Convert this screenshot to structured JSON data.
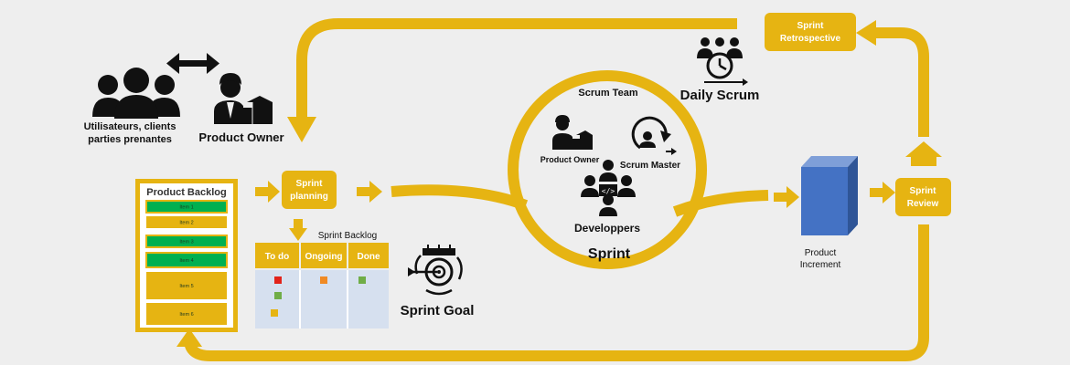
{
  "colors": {
    "background": "#eeeeee",
    "gold": "#e6b412",
    "green": "#00b050",
    "blue": "#4472c4",
    "board": "#d6e0ef",
    "ink": "#111111",
    "red": "#e2231a",
    "orange": "#f08a24",
    "lime": "#70ad47"
  },
  "stakeholders": {
    "label_line1": "Utilisateurs, clients",
    "label_line2": "parties prenantes"
  },
  "product_owner": {
    "label": "Product Owner"
  },
  "daily_scrum": {
    "label": "Daily Scrum"
  },
  "sprint_retrospective": {
    "label_line1": "Sprint",
    "label_line2": "Retrospective"
  },
  "product_backlog": {
    "title": "Product Backlog",
    "items": [
      {
        "label": "Item 1",
        "highlighted": true
      },
      {
        "label": "Item 2",
        "highlighted": false
      },
      {
        "label": "Item 3",
        "highlighted": true
      },
      {
        "label": "Item 4",
        "highlighted": true
      },
      {
        "label": "Item 5",
        "highlighted": false
      },
      {
        "label": "Item 6",
        "highlighted": false
      }
    ]
  },
  "sprint_planning": {
    "label_line1": "Sprint",
    "label_line2": "planning"
  },
  "sprint_backlog": {
    "title": "Sprint Backlog",
    "columns": [
      "To do",
      "Ongoing",
      "Done"
    ],
    "cards": [
      {
        "column": "To do",
        "color": "red"
      },
      {
        "column": "To do",
        "color": "lime"
      },
      {
        "column": "To do",
        "color": "gold"
      },
      {
        "column": "Ongoing",
        "color": "orange"
      },
      {
        "column": "Done",
        "color": "lime"
      }
    ]
  },
  "sprint_goal": {
    "label": "Sprint Goal"
  },
  "scrum_team": {
    "title": "Scrum Team",
    "product_owner": "Product Owner",
    "scrum_master": "Scrum Master",
    "developers": "Developpers"
  },
  "sprint": {
    "label": "Sprint"
  },
  "product_increment": {
    "label_line1": "Product",
    "label_line2": "Increment"
  },
  "sprint_review": {
    "label_line1": "Sprint",
    "label_line2": "Review"
  }
}
